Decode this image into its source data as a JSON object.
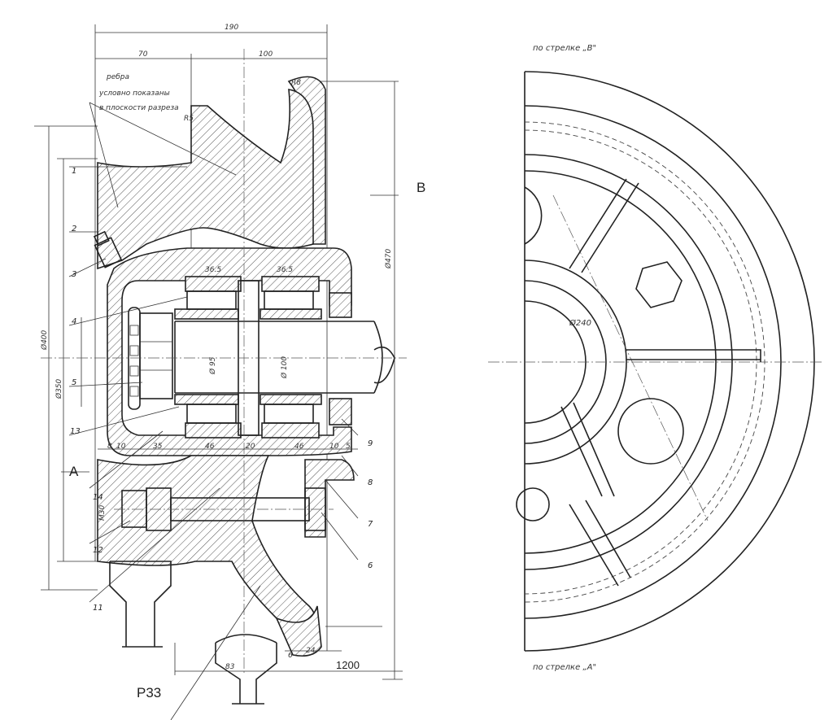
{
  "title_right_top": "по стрелке „В\"",
  "title_right_bottom": "по стрелке „А\"",
  "note": [
    "ребра",
    "условно показаны",
    "в плоскости разреза"
  ],
  "views": {
    "A": "A",
    "B": "B"
  },
  "rail": "P33",
  "part_numbers": [
    "1",
    "2",
    "3",
    "4",
    "5",
    "13",
    "14",
    "12",
    "11",
    "9",
    "8",
    "7",
    "6"
  ],
  "dimensions": {
    "overall_width": "190",
    "left_width": "70",
    "right_width": "100",
    "radius_top": "R8",
    "radius_small": "R5",
    "bearing_left": "36.5",
    "bearing_right": "36.5",
    "dia_470": "Ø470",
    "dia_400": "Ø400",
    "dia_350": "Ø350",
    "dia_240": "Ø240",
    "dia_95": "Ø 95",
    "dia_100": "Ø 100",
    "thread": "M30",
    "bottom_row": [
      "8",
      "10",
      "35",
      "46",
      "20",
      "46",
      "10",
      "5"
    ],
    "rail_width": "83",
    "gap": "6",
    "flange": "24",
    "gauge": "1200"
  }
}
